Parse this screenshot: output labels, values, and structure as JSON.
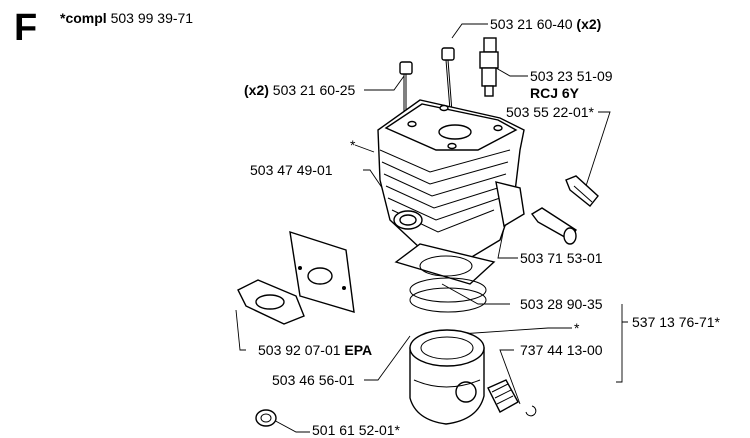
{
  "section": {
    "letter": "F",
    "compl_prefix": "*compl",
    "compl_number": "503 99 39-71"
  },
  "labels": {
    "spark_plug_screw": {
      "number": "503 21 60-40",
      "qty": "(x2)"
    },
    "spark_plug": {
      "number": "503 23 51-09",
      "type": "RCJ 6Y"
    },
    "screw_left": {
      "qty": "(x2)",
      "number": "503 21 60-25"
    },
    "decomp_valve": "503 55 22-01*",
    "cylinder_star": "*",
    "cylinder": "503 47 49-01",
    "plug_fitting": "503 71 53-01",
    "ring": "503 28 90-35",
    "piston_star": "*",
    "piston_kit": "537 13 76-71*",
    "gasket": {
      "number": "503 92 07-01",
      "suffix": "EPA"
    },
    "piston": "737 44 13-00",
    "piston_pin": "503 46 56-01",
    "washer": "501 61 52-01*"
  }
}
